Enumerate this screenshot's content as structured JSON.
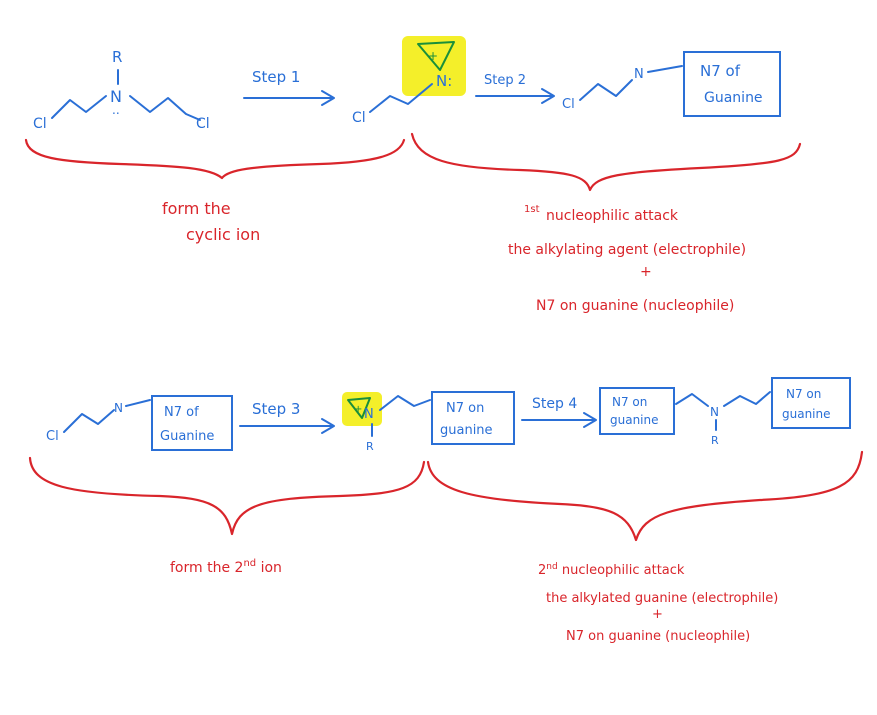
{
  "top": {
    "mustard": {
      "r_label": "R",
      "n_label": "N",
      "lone_pair": "..",
      "cl_left": "Cl",
      "cl_right": "Cl"
    },
    "step1_label": "Step 1",
    "aziridinium": {
      "cl_label": "Cl",
      "plus": "+",
      "n_label": "N:"
    },
    "step2_label": "Step 2",
    "product1": {
      "cl_label": "Cl",
      "n_label": "N",
      "box_line1": "N7 of",
      "box_line2": "Guanine"
    },
    "note_left": {
      "line1": "form   the",
      "line2": "cyclic ion"
    },
    "note_right": {
      "sup": "1st",
      "line1": "nucleophilic attack",
      "line2": "the alkylating agent (electrophile)",
      "plus": "+",
      "line3": "N7   on   guanine (nucleophile)"
    }
  },
  "bottom": {
    "start": {
      "cl_label": "Cl",
      "n_label": "N",
      "box_line1": "N7 of",
      "box_line2": "Guanine"
    },
    "step3_label": "Step 3",
    "ion2": {
      "plus": "+",
      "n_label": "N",
      "r_label": "R",
      "box_line1": "N7 on",
      "box_line2": "guanine"
    },
    "step4_label": "Step 4",
    "crosslink": {
      "box_left_line1": "N7 on",
      "box_left_line2": "guanine",
      "n_label": "N",
      "r_label": "R",
      "box_right_line1": "N7 on",
      "box_right_line2": "guanine"
    },
    "note_left": {
      "line1": "form the 2",
      "sup": "nd",
      "line1_end": " ion"
    },
    "note_right": {
      "line1_start": "2",
      "sup": "nd",
      "line1": "  nucleophilic attack",
      "line2": "the alkylated guanine (electrophile)",
      "plus": "+",
      "line3": "N7 on guanine (nucleophile)"
    }
  },
  "colors": {
    "structure_ink": "#2a6fd6",
    "annotation_ink": "#d9252b",
    "highlight": "#f4ef2a",
    "ring_ink": "#1a8f3a"
  }
}
